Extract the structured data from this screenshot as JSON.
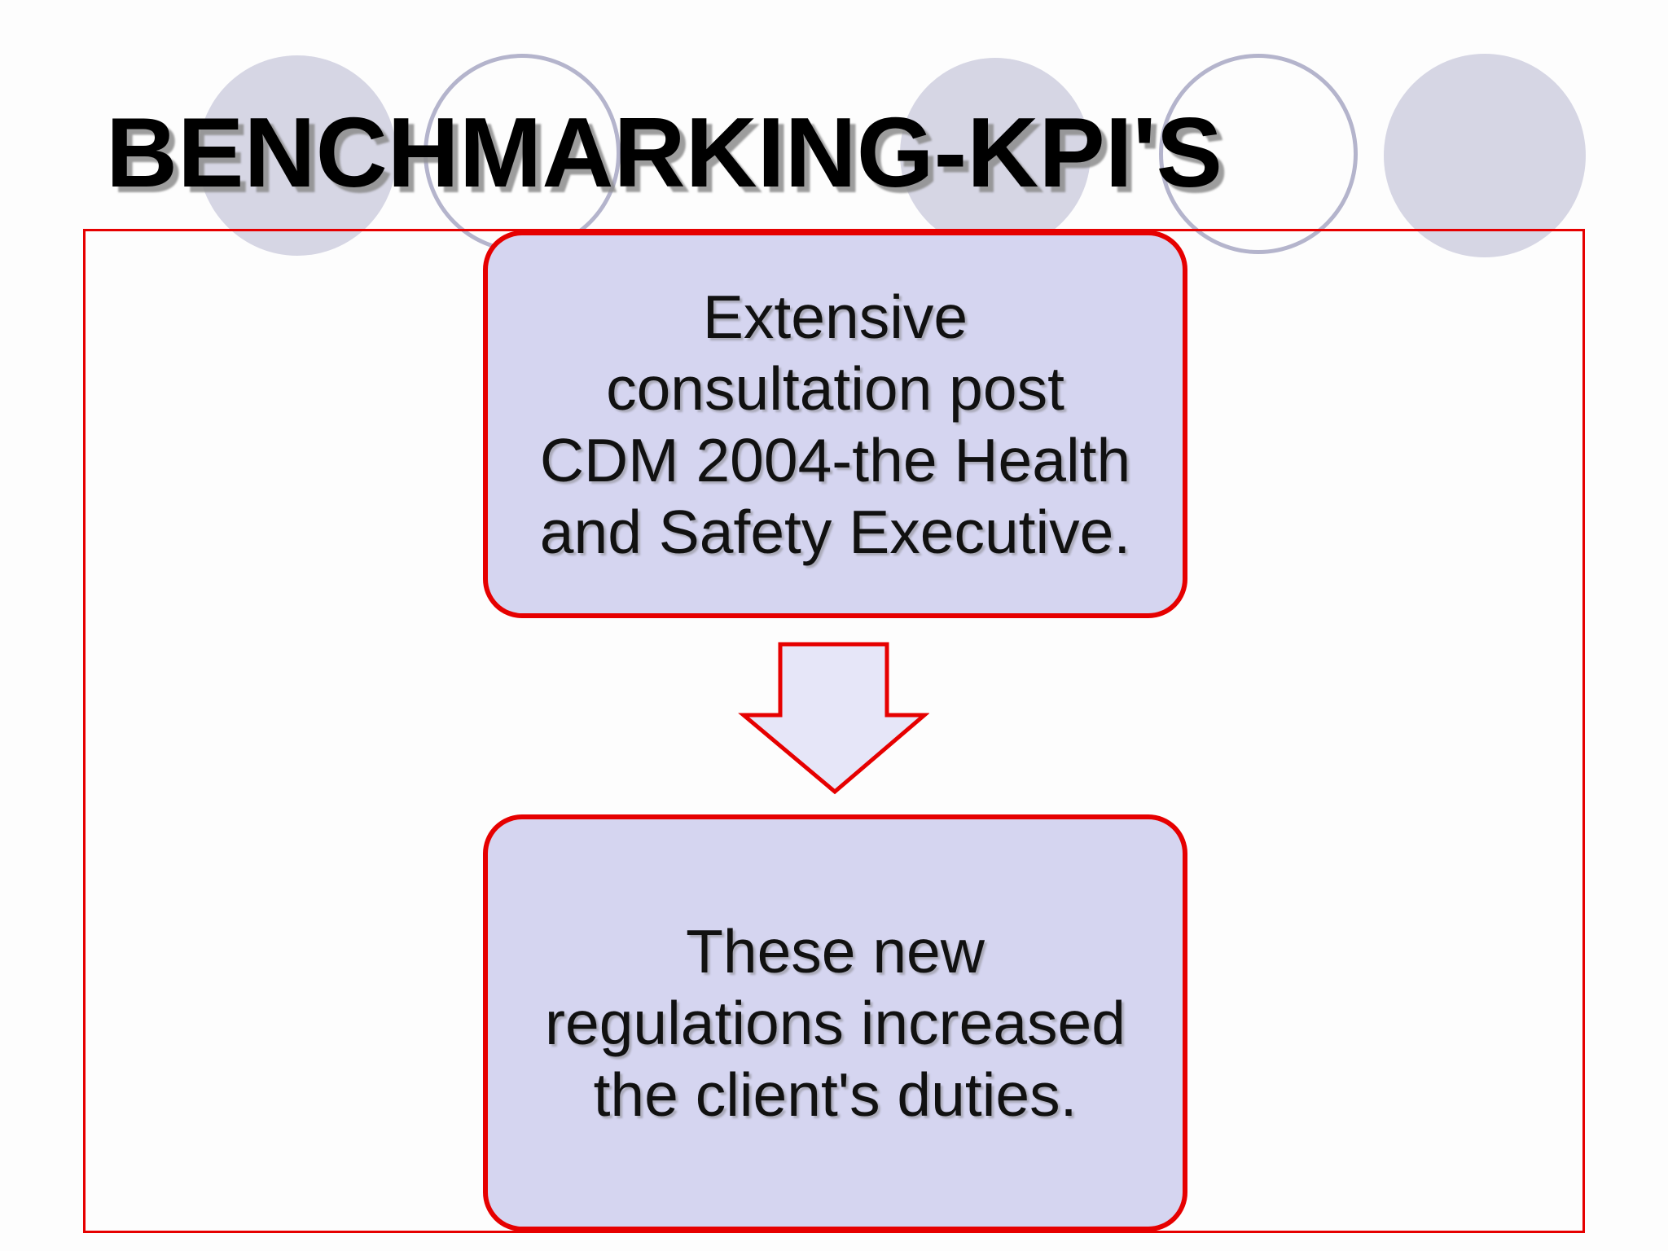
{
  "title": "BENCHMARKING-KPI'S",
  "box1": {
    "lines": [
      "Extensive",
      "consultation post",
      "CDM 2004-the Health",
      "and Safety Executive."
    ]
  },
  "box2": {
    "lines": [
      "These new",
      "regulations increased",
      "the client's duties."
    ]
  },
  "colors": {
    "accent_red": "#e60000",
    "box_fill": "#d5d5f0",
    "arrow_fill": "#e6e6f8",
    "circle_fill": "#d6d6e4",
    "circle_outline_color": "#b4b4cc",
    "title_color": "#000000",
    "text_color": "#111111",
    "shadow_color": "#999999",
    "background": "#fdfdfd"
  }
}
